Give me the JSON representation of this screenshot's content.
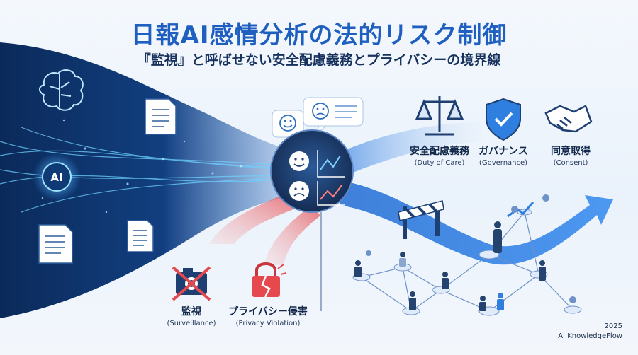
{
  "header": {
    "title": "日報AI感情分析の法的リスク制御",
    "subtitle": "『監視』と呼ばせない安全配慮義務とプライバシーの境界線"
  },
  "ai_badge": "AI",
  "pillars": [
    {
      "label": "安全配慮義務",
      "sublabel": "(Duty of Care)",
      "icon": "scales-icon"
    },
    {
      "label": "ガバナンス",
      "sublabel": "(Governance)",
      "icon": "shield-check-icon"
    },
    {
      "label": "同意取得",
      "sublabel": "(Consent)",
      "icon": "handshake-icon"
    }
  ],
  "risks": [
    {
      "label": "監視",
      "sublabel": "(Surveillance)",
      "icon": "crossed-camera-icon"
    },
    {
      "label": "プライバシー侵害",
      "sublabel": "(Privacy Violation)",
      "icon": "broken-lock-icon"
    }
  ],
  "footer": {
    "year": "2025",
    "brand": "AI KnowledgeFlow"
  },
  "colors": {
    "title": "#1f5fbf",
    "accent_blue": "#2f7fe0",
    "risk_red": "#e0474c",
    "hub": "#1e3f72"
  }
}
